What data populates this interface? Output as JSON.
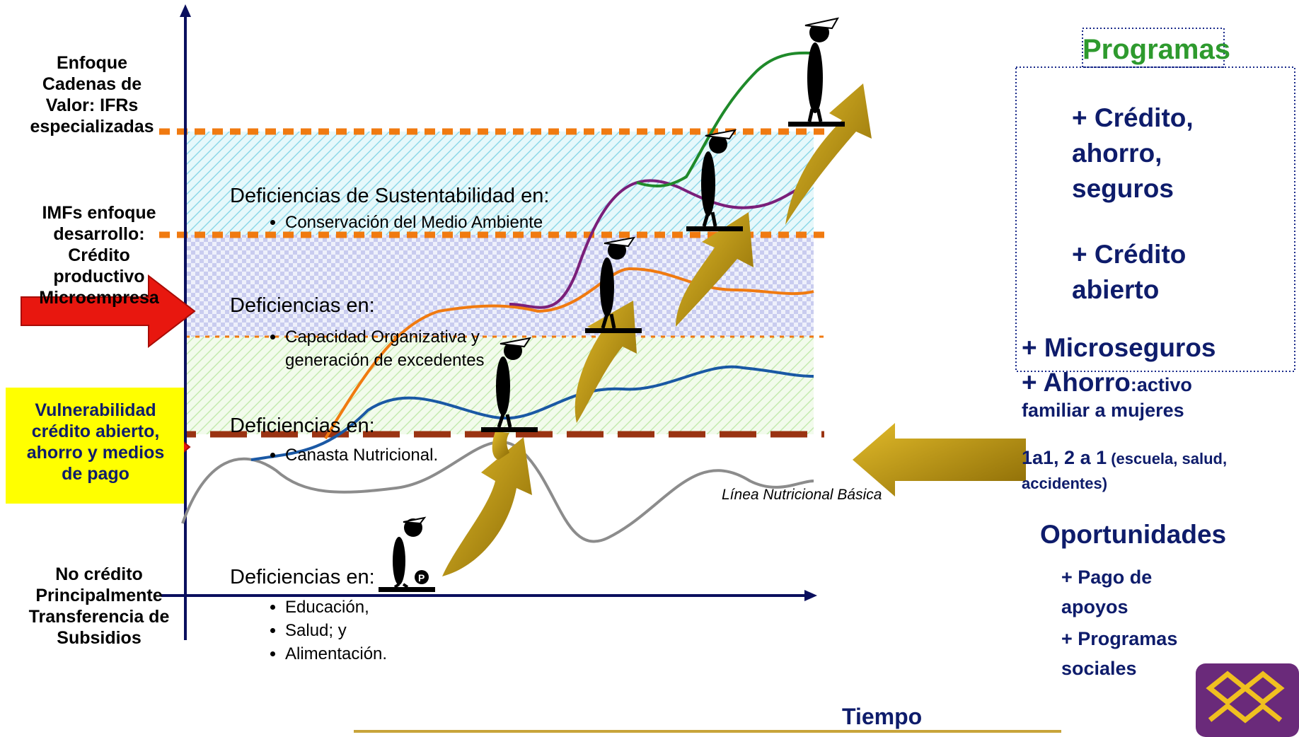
{
  "left_labels": {
    "value_chains": "Enfoque Cadenas de Valor: IFRs especializadas",
    "imfs": "IMFs enfoque desarrollo: Crédito productivo Microempresa",
    "vulnerability": "Vulnerabilidad crédito abierto, ahorro y medios de pago",
    "no_credit": "No crédito Principalmente Transferencia de Subsidios"
  },
  "bands": {
    "sustainability": {
      "title": "Deficiencias de Sustentabilidad en:",
      "items": [
        "Conservación del Medio Ambiente"
      ]
    },
    "organizational": {
      "title": "Deficiencias en:",
      "items": [
        "Capacidad Organizativa y generación de excedentes"
      ]
    },
    "nutritional": {
      "title": "Deficiencias en:",
      "items": [
        "Canasta Nutricional."
      ]
    },
    "basic": {
      "title": "Deficiencias en:",
      "items": [
        "Educación,",
        "Salud; y",
        "Alimentación."
      ]
    }
  },
  "nutritional_line_label": "Línea Nutricional Básica",
  "x_axis_label": "Tiempo",
  "right_panel": {
    "header": "Programas",
    "credit": "+ Crédito, ahorro, seguros",
    "open_credit": "+ Crédito abierto",
    "microinsurance": "+ Microseguros",
    "savings_main": "+ Ahorro",
    "savings_suffix": ":activo",
    "savings_tail": "familiar a mujeres",
    "ratio_main": "1a1, 2 a 1",
    "ratio_detail": " (escuela, salud, accidentes)",
    "opportunities": "Oportunidades",
    "payment": "+ Pago de apoyos",
    "social": "+ Programas sociales"
  },
  "colors": {
    "axis": "#0a0f5e",
    "orange_dash": "#f07a10",
    "brown_dash": "#9a3312",
    "red_arrow": "#e8170f",
    "gold_arrow": "#c49a0c",
    "yellow_box": "#ffff00",
    "green_header": "#2e9a2e",
    "navy_text": "#0e1c6b"
  },
  "icons": [
    "farmer-figure",
    "gold-curved-arrow",
    "red-block-arrow",
    "logo-emblem"
  ]
}
